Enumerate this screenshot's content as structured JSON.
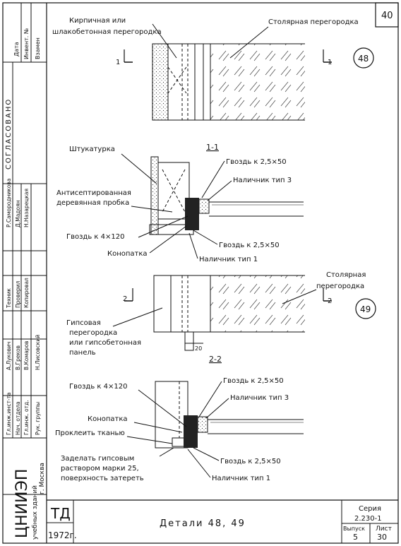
{
  "sheet_number": "40",
  "labels": {
    "brick_wall": "Кирпичная или",
    "brick_wall_2": "шлакобетонная перегородка",
    "joinery_top": "Столярная перегородка",
    "plaster": "Штукатурка",
    "antiseptic": "Антисептированная",
    "antiseptic_2": "деревянная пробка",
    "nail_4x120_1": "Гвоздь к 4×120",
    "caulk_1": "Конопатка",
    "nail_25x50_1": "Гвоздь к 2,5×50",
    "casing3_1": "Наличник тип 3",
    "nail_25x50_2": "Гвоздь к 2,5×50",
    "casing1_1": "Наличник тип 1",
    "joinery_mid": "Столярная",
    "joinery_mid_2": "перегородка",
    "gypsum": "Гипсовая",
    "gypsum_2": "перегородка",
    "gypsum_3": "или гипсобетонная",
    "gypsum_4": "панель",
    "dim_20": "20",
    "nail_4x120_2": "Гвоздь к 4×120",
    "caulk_2": "Конопатка",
    "glue_fabric": "Проклеить тканью",
    "fill_1": "Заделать гипсовым",
    "fill_2": "раствором марки 25,",
    "fill_3": "поверхность затереть",
    "nail_25x50_3": "Гвоздь к 2,5×50",
    "casing3_2": "Наличник тип 3",
    "nail_25x50_4": "Гвоздь к 2,5×50",
    "casing1_2": "Наличник тип 1"
  },
  "sections": {
    "s1": "1-1",
    "s2": "2-2",
    "mark1": "1",
    "mark2": "2",
    "detail48": "48",
    "detail49": "49"
  },
  "side_stamp": {
    "date": "Дата",
    "inv": "Инвент. №",
    "vzamen": "Взамен",
    "soglasovano": "СОГЛАСОВАНО",
    "names_top": [
      "Н.Назарецкая",
      "Д.Мадоян",
      "Р.Самородникова"
    ],
    "roles": [
      "Техник",
      "Проверил",
      "Копировал"
    ],
    "names_mid": [
      "Н.Лисовский",
      "В.Комаров",
      "В.Греков",
      "А.Лукович"
    ],
    "titles": [
      "Рук. группы",
      "Гл.инж. отд.",
      "Нач. отдела",
      "Гл.инж.инст-та"
    ],
    "org": "ЦНИИЭП",
    "org_sub": "учебных зданий",
    "city": "г. Москва"
  },
  "title_block": {
    "td": "ТД",
    "year": "1972г.",
    "title": "Детали 48, 49",
    "series_label": "Серия",
    "series": "2.230-1",
    "issue_label": "Выпуск",
    "issue": "5",
    "sheet_label": "Лист",
    "sheet": "30"
  }
}
